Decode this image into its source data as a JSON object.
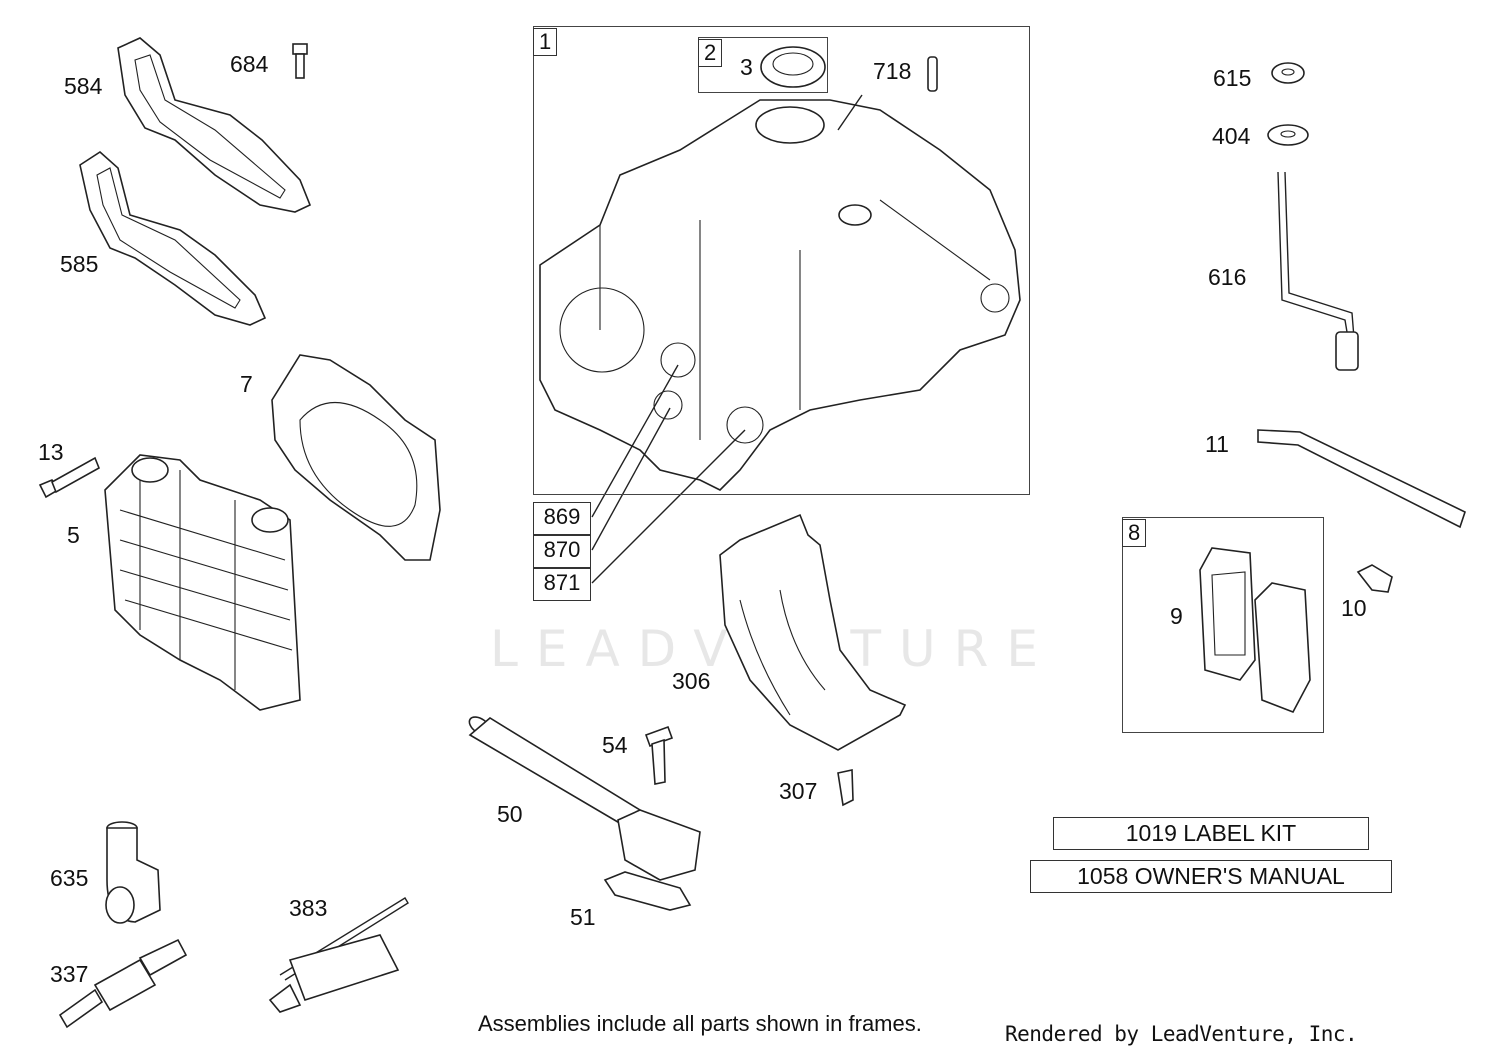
{
  "callouts": {
    "c584": "584",
    "c684": "684",
    "c585": "585",
    "c7": "7",
    "c13": "13",
    "c5": "5",
    "c635": "635",
    "c337": "337",
    "c383": "383",
    "c50": "50",
    "c51": "51",
    "c54": "54",
    "c306": "306",
    "c307": "307",
    "c3": "3",
    "c718": "718",
    "c615": "615",
    "c404": "404",
    "c616": "616",
    "c11": "11",
    "c9": "9",
    "c10": "10"
  },
  "frames": {
    "f1": "1",
    "f2": "2",
    "f8": "8"
  },
  "boxed_callouts": [
    "869",
    "870",
    "871"
  ],
  "kits": {
    "label_kit": "1019 LABEL KIT",
    "owners_manual": "1058 OWNER'S MANUAL"
  },
  "footer": {
    "note": "Assemblies include all parts shown in frames.",
    "credit": "Rendered by LeadVenture, Inc."
  },
  "watermark": "LEADVENTURE"
}
